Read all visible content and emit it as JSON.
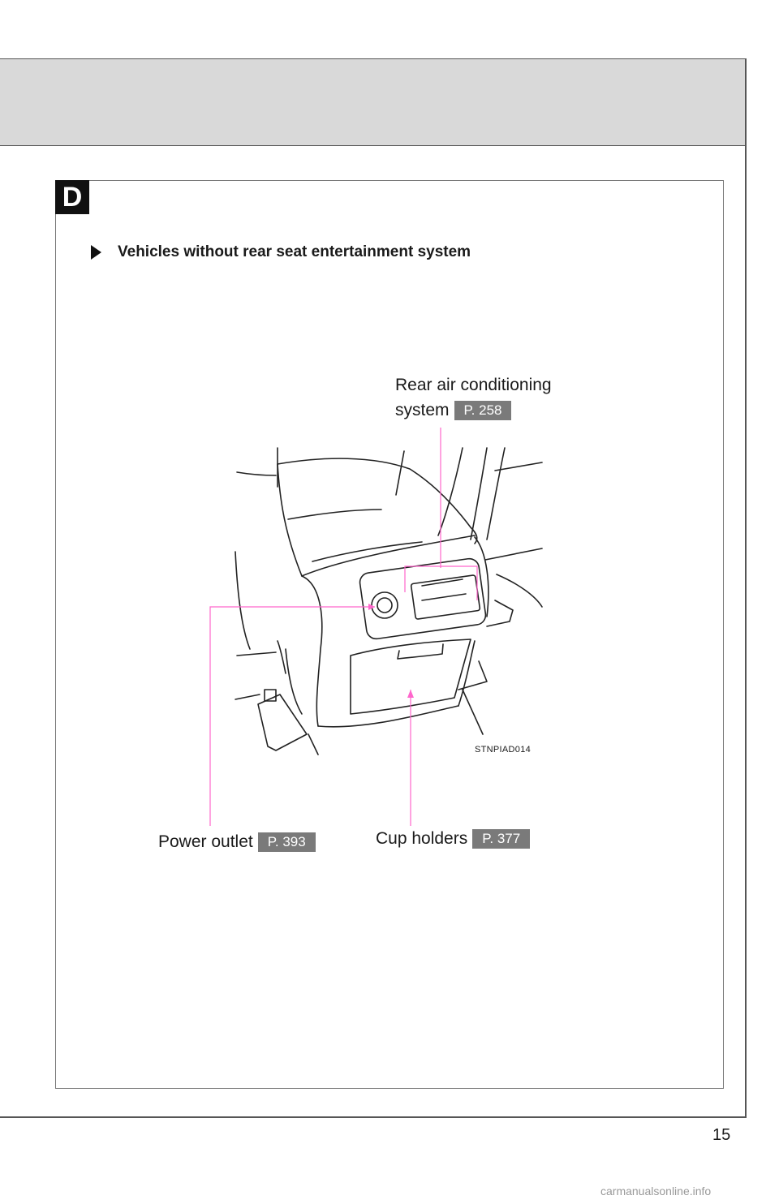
{
  "section_letter": "D",
  "heading": "Vehicles without rear seat entertainment system",
  "callouts": {
    "rear_ac_line1": "Rear air conditioning",
    "rear_ac_line2": "system",
    "rear_ac_ref": "P. 258",
    "power_outlet": "Power outlet",
    "power_outlet_ref": "P. 393",
    "cup_holders": "Cup holders",
    "cup_holders_ref": "P. 377"
  },
  "image_code": "STNPIAD014",
  "page_number": "15",
  "watermark": "carmanualsonline.info",
  "colors": {
    "leader_line": "#ff66cc",
    "ref_badge": "#7a7a7a",
    "header_band": "#d9d9d9"
  }
}
